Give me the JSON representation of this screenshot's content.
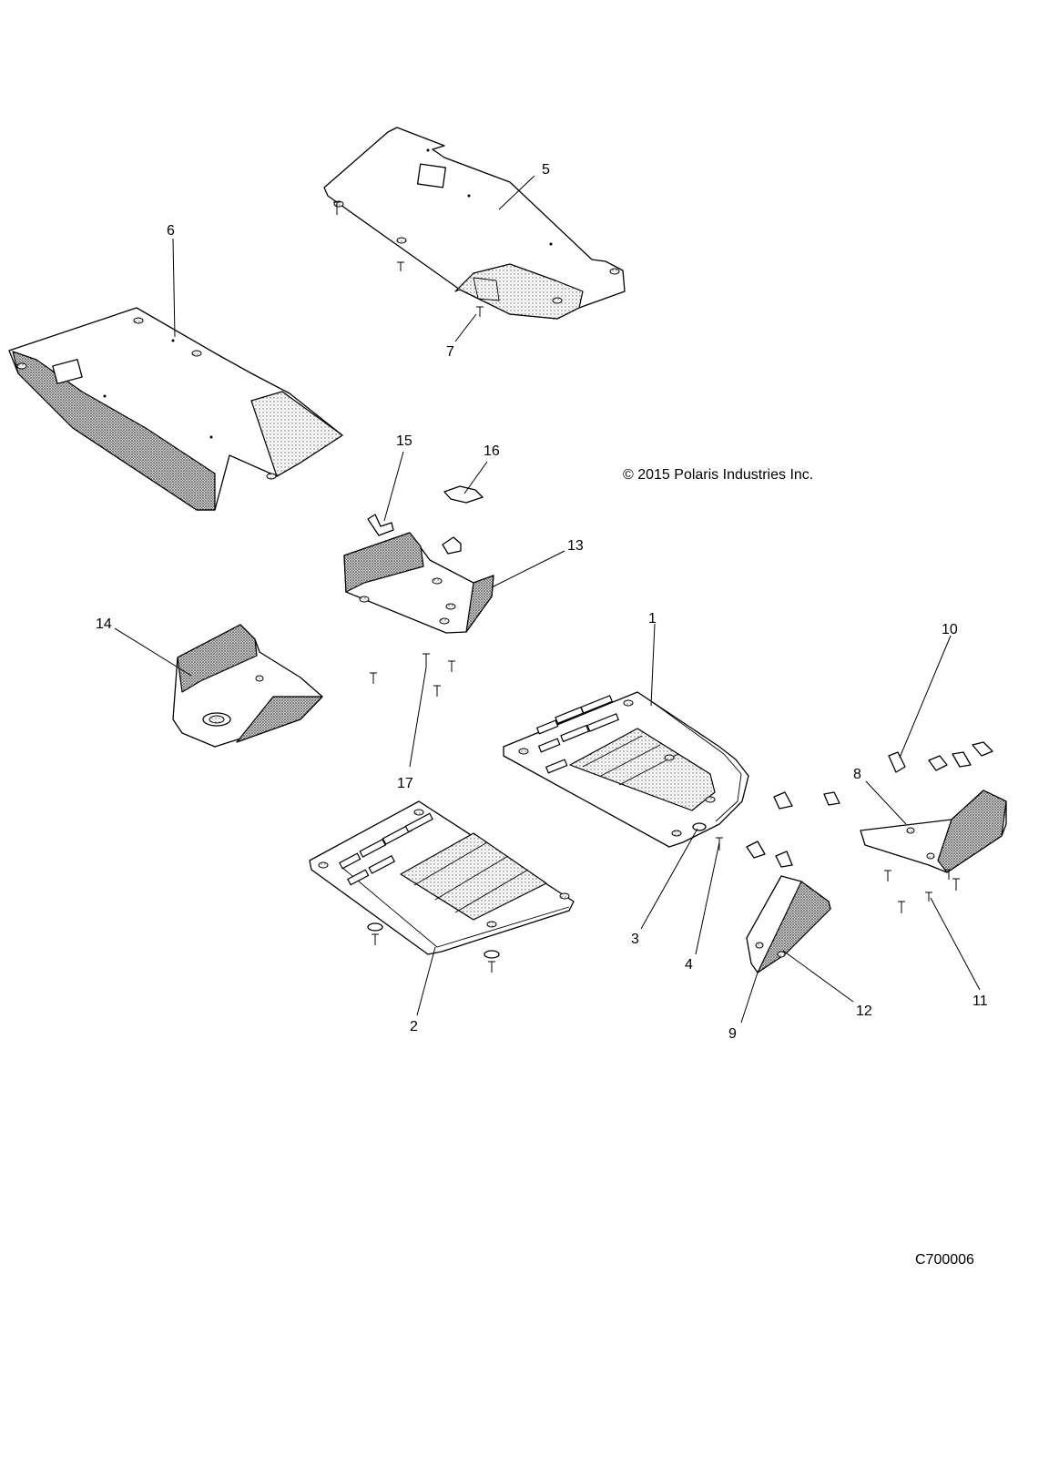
{
  "copyright": "© 2015 Polaris Industries Inc.",
  "drawing_code": "C700006",
  "callouts": [
    {
      "id": "callout-1",
      "text": "1"
    },
    {
      "id": "callout-2",
      "text": "2"
    },
    {
      "id": "callout-3",
      "text": "3"
    },
    {
      "id": "callout-4",
      "text": "4"
    },
    {
      "id": "callout-5",
      "text": "5"
    },
    {
      "id": "callout-6",
      "text": "6"
    },
    {
      "id": "callout-7",
      "text": "7"
    },
    {
      "id": "callout-8",
      "text": "8"
    },
    {
      "id": "callout-9",
      "text": "9"
    },
    {
      "id": "callout-10",
      "text": "10"
    },
    {
      "id": "callout-11",
      "text": "11"
    },
    {
      "id": "callout-12",
      "text": "12"
    },
    {
      "id": "callout-13",
      "text": "13"
    },
    {
      "id": "callout-14",
      "text": "14"
    },
    {
      "id": "callout-15",
      "text": "15"
    },
    {
      "id": "callout-16",
      "text": "16"
    },
    {
      "id": "callout-17",
      "text": "17"
    }
  ]
}
